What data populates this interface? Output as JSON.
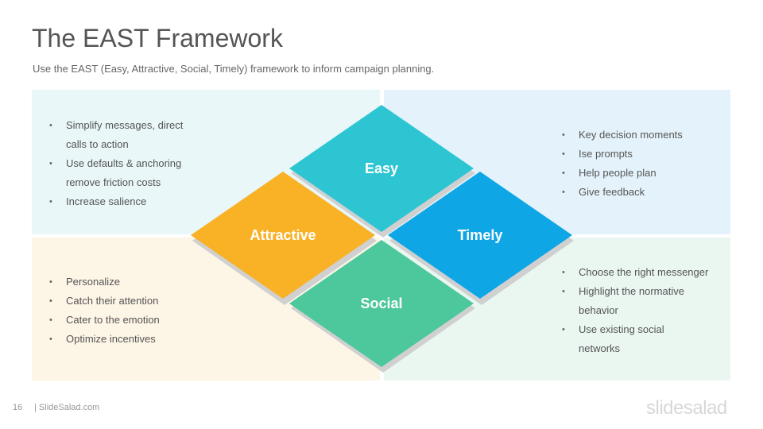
{
  "title": "The EAST Framework",
  "subtitle": "Use the EAST (Easy, Attractive, Social, Timely) framework  to inform  campaign  planning.",
  "diamonds": {
    "easy": {
      "label": "Easy",
      "color": "#2ec5d3"
    },
    "attractive": {
      "label": "Attractive",
      "color": "#f9b125"
    },
    "timely": {
      "label": "Timely",
      "color": "#0fa6e6"
    },
    "social": {
      "label": "Social",
      "color": "#4dc79c"
    }
  },
  "quadrants": {
    "top_left": [
      "Simplify  messages, direct",
      "calls to action",
      "Use defaults  & anchoring",
      "remove friction costs",
      "Increase salience"
    ],
    "top_right": [
      "Key decision  moments",
      "Ise prompts",
      "Help people plan",
      "Give feedback"
    ],
    "bottom_left": [
      "Personalize",
      "Catch their attention",
      "Cater to the emotion",
      "Optimize  incentives"
    ],
    "bottom_right": [
      "Choose  the right  messenger",
      "Highlight  the normative",
      "behavior",
      "Use existing social",
      "networks"
    ]
  },
  "footer": {
    "page_number": "16",
    "source": "| SlideSalad.com",
    "brand": "slidesalad"
  }
}
